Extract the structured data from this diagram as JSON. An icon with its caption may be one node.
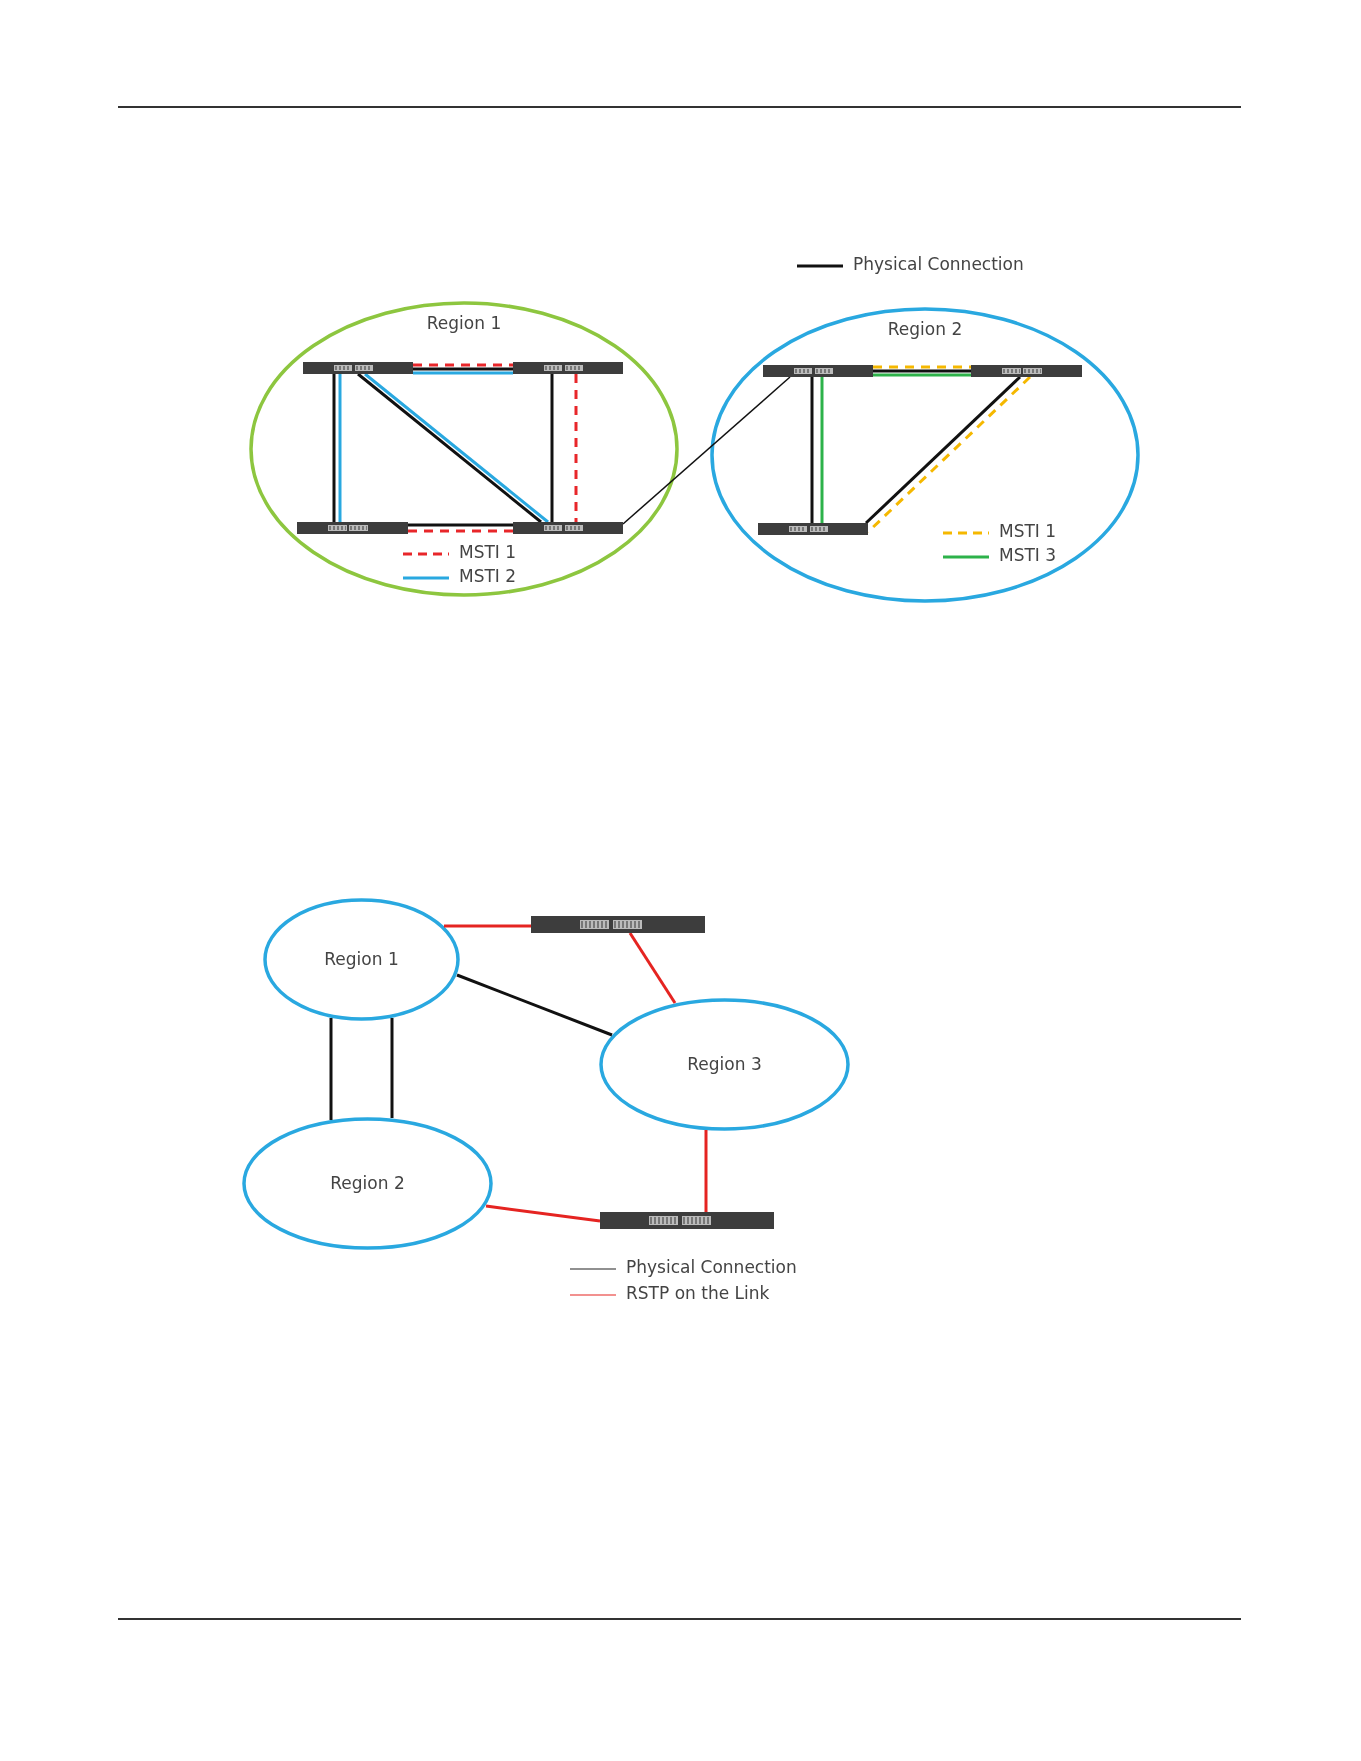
{
  "diagram": {
    "nodes": [
      {
        "text": [
          "Region 1"
        ]
      },
      {
        "text": [],
        "shape": "box",
        "in": 0
      },
      {
        "text": [],
        "shape": "box",
        "in": 0
      },
      {
        "text": [],
        "shape": "box",
        "in": 0
      },
      {
        "text": [],
        "shape": "box",
        "in": 0
      },
      {
        "text": [
          "Region 2"
        ]
      },
      {
        "text": [],
        "shape": "box",
        "in": 5
      },
      {
        "text": [],
        "shape": "box",
        "in": 5
      },
      {
        "text": [],
        "shape": "box",
        "in": 5
      },
      {
        "text": [
          "Region 1"
        ]
      },
      {
        "text": [],
        "shape": "box"
      },
      {
        "text": [
          "Region 3"
        ]
      },
      {
        "text": [
          "Region 2"
        ]
      },
      {
        "text": [],
        "shape": "box"
      }
    ],
    "edges": [
      {
        "from": 1,
        "to": 2,
        "arrow": "none"
      },
      {
        "from": 1,
        "to": 2,
        "arrow": "none",
        "style": "dashed",
        "color": "#e8262a"
      },
      {
        "from": 1,
        "to": 2,
        "arrow": "none",
        "color": "#29a8e0"
      },
      {
        "from": 1,
        "to": 3,
        "arrow": "none"
      },
      {
        "from": 1,
        "to": 3,
        "arrow": "none",
        "color": "#29a8e0"
      },
      {
        "from": 1,
        "to": 4,
        "arrow": "none"
      },
      {
        "from": 1,
        "to": 4,
        "arrow": "none",
        "color": "#29a8e0"
      },
      {
        "from": 2,
        "to": 4,
        "arrow": "none"
      },
      {
        "from": 2,
        "to": 4,
        "arrow": "none",
        "style": "dashed",
        "color": "#e8262a"
      },
      {
        "from": 3,
        "to": 4,
        "arrow": "none"
      },
      {
        "from": 3,
        "to": 4,
        "arrow": "none",
        "style": "dashed",
        "color": "#e8262a"
      },
      {
        "from": 4,
        "to": 6,
        "arrow": "none"
      },
      {
        "from": 6,
        "to": 7,
        "arrow": "none"
      },
      {
        "from": 6,
        "to": 7,
        "arrow": "none",
        "style": "dashed",
        "color": "#f5b800"
      },
      {
        "from": 6,
        "to": 7,
        "arrow": "none",
        "color": "#2db24a"
      },
      {
        "from": 6,
        "to": 8,
        "arrow": "none"
      },
      {
        "from": 6,
        "to": 8,
        "arrow": "none",
        "color": "#2db24a"
      },
      {
        "from": 7,
        "to": 8,
        "arrow": "none"
      },
      {
        "from": 7,
        "to": 8,
        "arrow": "none",
        "style": "dashed",
        "color": "#f5b800"
      },
      {
        "from": 9,
        "to": 10,
        "arrow": "none",
        "color": "#e52421"
      },
      {
        "from": 10,
        "to": 11,
        "arrow": "none",
        "color": "#e52421"
      },
      {
        "from": 9,
        "to": 11,
        "arrow": "none"
      },
      {
        "from": 9,
        "to": 12,
        "arrow": "none"
      },
      {
        "from": 9,
        "to": 12,
        "arrow": "none"
      },
      {
        "from": 12,
        "to": 13,
        "arrow": "none",
        "color": "#e52421"
      },
      {
        "from": 11,
        "to": 13,
        "arrow": "none",
        "color": "#e52421"
      }
    ],
    "legend": [
      {
        "text": "Physical Connection"
      },
      {
        "text": "MSTI 1"
      },
      {
        "text": "MSTI 2"
      },
      {
        "text": "MSTI 1"
      },
      {
        "text": "MSTI 3"
      },
      {
        "text": "Physical Connection"
      },
      {
        "text": "RSTP on the Link"
      }
    ]
  }
}
